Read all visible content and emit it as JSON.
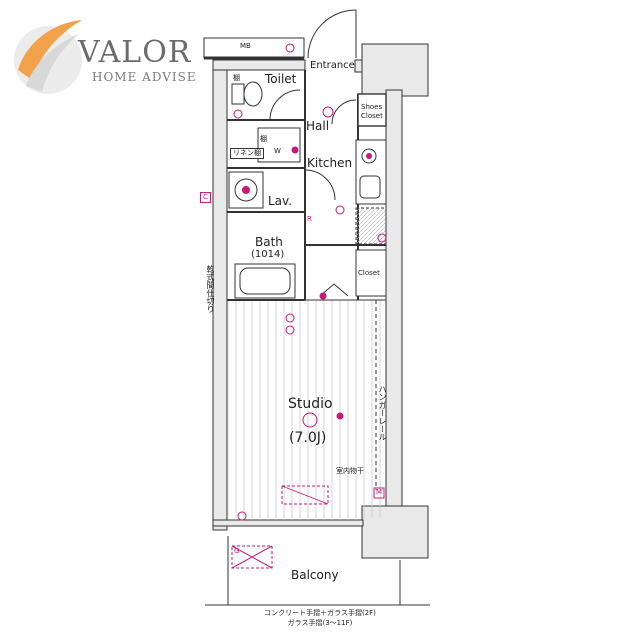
{
  "brand": {
    "name": "VALOR",
    "tagline": "HOME ADVISE",
    "colors": {
      "orange": "#F2A24A",
      "gray": "#9A9A9A",
      "text": "#6B6B6B"
    }
  },
  "plan": {
    "rooms": {
      "mb": "MB",
      "entrance": "Entrance",
      "toilet": "Toilet",
      "shelf": "棚",
      "hall": "Hall",
      "shoes_closet_line1": "Shoes",
      "shoes_closet_line2": "Closet",
      "kitchen": "Kitchen",
      "linen_shelf": "リネン棚",
      "washer": "W",
      "lav": "Lav.",
      "bath": "Bath",
      "bath_size": "(1014)",
      "closet": "Closet",
      "studio": "Studio",
      "studio_size": "(7.0J)",
      "balcony": "Balcony",
      "c_marker": "C",
      "r_marker": "R",
      "g_marker": "G",
      "m_marker": "M"
    },
    "notes": {
      "hanger_rail": "ハンガーレール",
      "dry_partition": "乾式間仕切り",
      "indoor_drying": "室内物干",
      "railing_line1": "コンクリート手摺＋ガラス手摺(2F)",
      "railing_line2": "ガラス手摺(3〜11F)"
    },
    "colors": {
      "line": "#333333",
      "marker": "#C8187A",
      "wall_fill": "#E9E9E9",
      "floor_line": "#BDBDBD"
    }
  }
}
